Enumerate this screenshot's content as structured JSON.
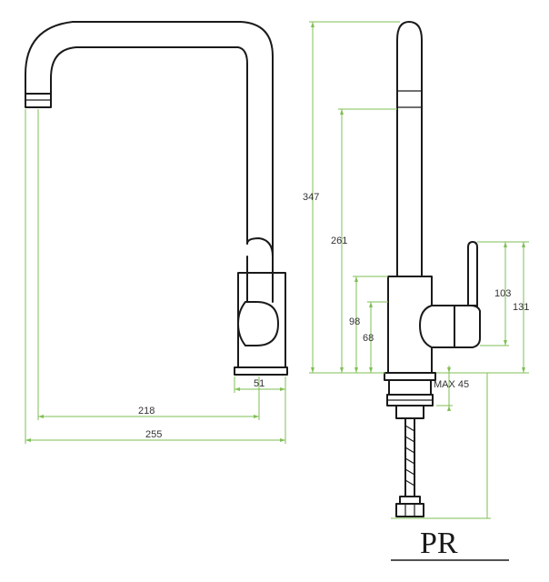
{
  "dimensions": {
    "d51": "51",
    "d218": "218",
    "d255": "255",
    "d347": "347",
    "d261": "261",
    "d98": "98",
    "d68": "68",
    "d103": "103",
    "d131": "131",
    "max45": "MAX 45"
  },
  "logo": {
    "text": "PR"
  },
  "colors": {
    "dimension_line": "#7fbf55",
    "outline": "#1a1a1a"
  }
}
